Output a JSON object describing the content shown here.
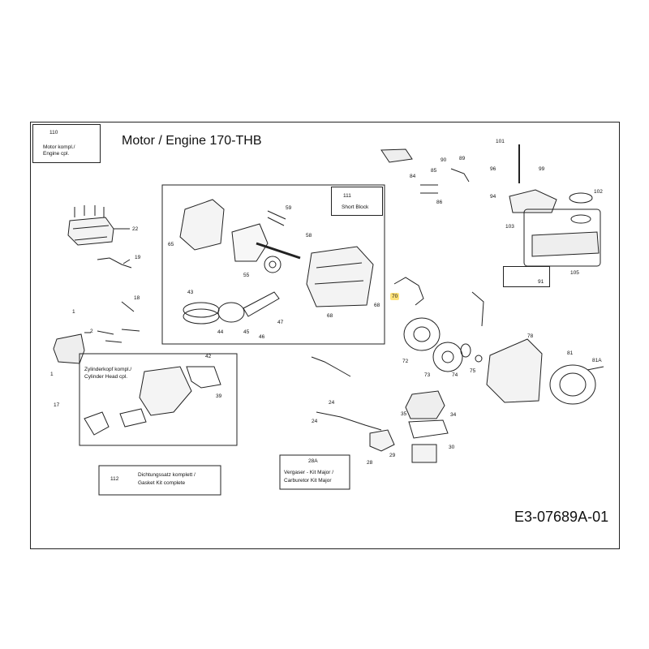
{
  "title": "Motor / Engine 170-THB",
  "doc_number": "E3-07689A-01",
  "boxes": {
    "motor": {
      "number": "110",
      "line1": "Motor kompl./",
      "line2": "Engine cpl."
    },
    "short_block": {
      "number": "111",
      "label": "Short Block"
    },
    "cylinder_head": {
      "line1": "Zylinderkopf kompl./",
      "line2": "Cylinder Head cpl."
    },
    "gasket": {
      "number": "112",
      "line1": "Dichtungssatz komplett /",
      "line2": "Gasket Kit complete"
    },
    "carburetor": {
      "number": "28A",
      "line1": "Vergaser - Kit Major /",
      "line2": "Carburetor Kit Major"
    },
    "part_91": {
      "number": "91"
    }
  },
  "callouts": [
    {
      "id": "22",
      "text": "22"
    },
    {
      "id": "19",
      "text": "19"
    },
    {
      "id": "18",
      "text": "18"
    },
    {
      "id": "1a",
      "text": "1"
    },
    {
      "id": "2",
      "text": "2"
    },
    {
      "id": "1b",
      "text": "1"
    },
    {
      "id": "42",
      "text": "42"
    },
    {
      "id": "39",
      "text": "39"
    },
    {
      "id": "17",
      "text": "17"
    },
    {
      "id": "65",
      "text": "65"
    },
    {
      "id": "59",
      "text": "59"
    },
    {
      "id": "58",
      "text": "58"
    },
    {
      "id": "55",
      "text": "55"
    },
    {
      "id": "43",
      "text": "43"
    },
    {
      "id": "44",
      "text": "44"
    },
    {
      "id": "45",
      "text": "45"
    },
    {
      "id": "46",
      "text": "46"
    },
    {
      "id": "47",
      "text": "47"
    },
    {
      "id": "68a",
      "text": "68"
    },
    {
      "id": "68b",
      "text": "68"
    },
    {
      "id": "84",
      "text": "84"
    },
    {
      "id": "85",
      "text": "85"
    },
    {
      "id": "90",
      "text": "90"
    },
    {
      "id": "89",
      "text": "89"
    },
    {
      "id": "86",
      "text": "86"
    },
    {
      "id": "101",
      "text": "101"
    },
    {
      "id": "96",
      "text": "96"
    },
    {
      "id": "99",
      "text": "99"
    },
    {
      "id": "94",
      "text": "94"
    },
    {
      "id": "102",
      "text": "102"
    },
    {
      "id": "103",
      "text": "103"
    },
    {
      "id": "105",
      "text": "105"
    },
    {
      "id": "70",
      "text": "70"
    },
    {
      "id": "78",
      "text": "78"
    },
    {
      "id": "72",
      "text": "72"
    },
    {
      "id": "73",
      "text": "73"
    },
    {
      "id": "74",
      "text": "74"
    },
    {
      "id": "75",
      "text": "75"
    },
    {
      "id": "81",
      "text": "81"
    },
    {
      "id": "81A",
      "text": "81A"
    },
    {
      "id": "24a",
      "text": "24"
    },
    {
      "id": "24b",
      "text": "24"
    },
    {
      "id": "35",
      "text": "35"
    },
    {
      "id": "34",
      "text": "34"
    },
    {
      "id": "28",
      "text": "28"
    },
    {
      "id": "29",
      "text": "29"
    },
    {
      "id": "30",
      "text": "30"
    }
  ],
  "colors": {
    "highlight": "#ffe27a",
    "line": "#222222"
  }
}
